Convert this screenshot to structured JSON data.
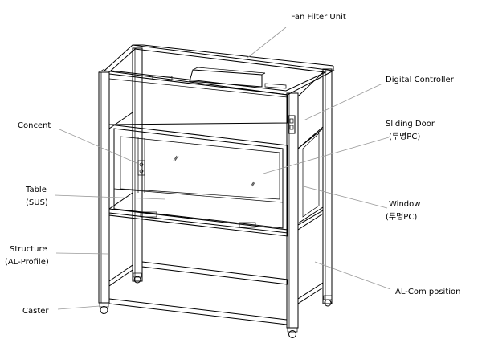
{
  "labels": {
    "fan_filter_unit": "Fan Filter Unit",
    "digital_controller": "Digital  Controller",
    "concent": "Concent",
    "sliding_door_line1": "Sliding  Door",
    "sliding_door_line2": "(투명PC)",
    "table_line1": "Table",
    "table_line2": "(SUS)",
    "window_line1": "Window",
    "window_line2": "(투명PC)",
    "structure_line1": "Structure",
    "structure_line2": "(AL-Profile)",
    "al_composition": "AL-Com position",
    "caster": "Caster"
  },
  "colors": {
    "line": "#000000",
    "leader": "#9a9a9a",
    "glass_hatch": "#555555"
  }
}
